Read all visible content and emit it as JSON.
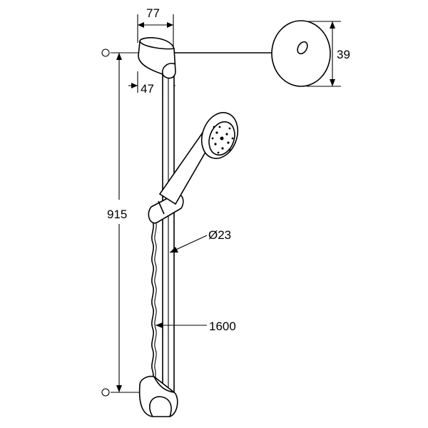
{
  "dimensions": {
    "bracket_width": "77",
    "bracket_depth": "47",
    "rosette_diameter": "39",
    "rail_length": "915",
    "rail_diameter": "Ø23",
    "hose_length": "1600"
  }
}
